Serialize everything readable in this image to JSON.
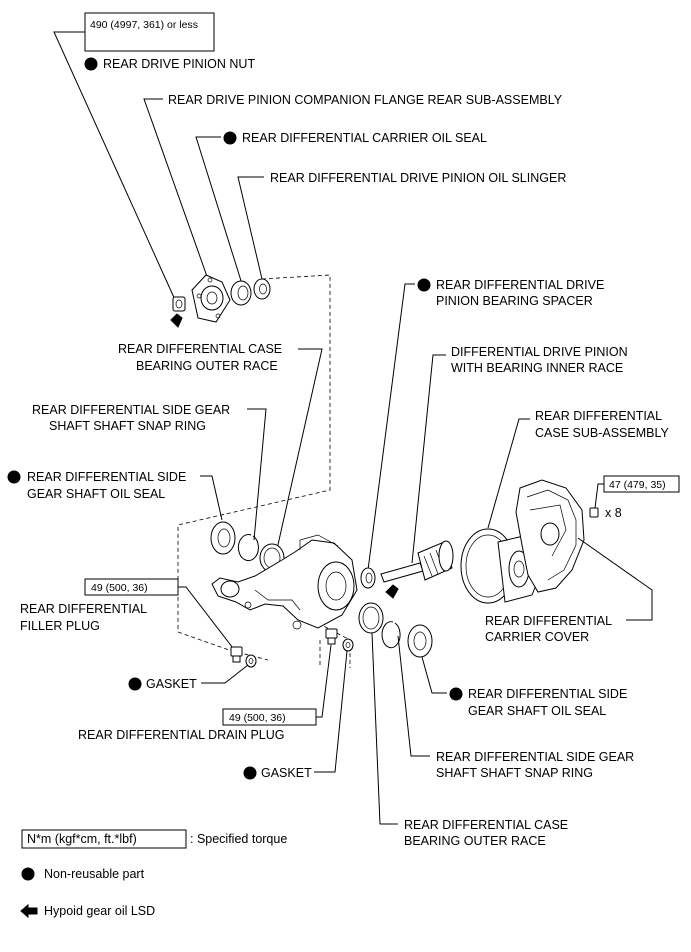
{
  "torques": {
    "pinion_nut": "490 (4997, 361) or less",
    "filler_plug": "49 (500, 36)",
    "drain_plug": "49 (500, 36)",
    "cover_bolt": "47 (479, 35)"
  },
  "labels": {
    "pinion_nut": "REAR DRIVE PINION NUT",
    "companion_flange": "REAR DRIVE PINION COMPANION FLANGE REAR SUB-ASSEMBLY",
    "carrier_oil_seal": "REAR DIFFERENTIAL CARRIER OIL SEAL",
    "oil_slinger": "REAR DIFFERENTIAL DRIVE PINION OIL SLINGER",
    "bearing_spacer_1": "REAR DIFFERENTIAL DRIVE",
    "bearing_spacer_2": "PINION BEARING SPACER",
    "outer_race_left_1": "REAR DIFFERENTIAL CASE",
    "outer_race_left_2": "BEARING OUTER RACE",
    "drive_pinion_1": "DIFFERENTIAL DRIVE PINION",
    "drive_pinion_2": "WITH BEARING INNER RACE",
    "snap_ring_left_1": "REAR DIFFERENTIAL SIDE GEAR",
    "snap_ring_left_2": "SHAFT SHAFT SNAP RING",
    "case_sub_1": "REAR DIFFERENTIAL",
    "case_sub_2": "CASE SUB-ASSEMBLY",
    "oil_seal_left_1": "REAR DIFFERENTIAL SIDE",
    "oil_seal_left_2": "GEAR SHAFT OIL SEAL",
    "bolt_count": "x 8",
    "filler_plug_1": "REAR DIFFERENTIAL",
    "filler_plug_2": "FILLER PLUG",
    "carrier_cover_1": "REAR DIFFERENTIAL",
    "carrier_cover_2": "CARRIER COVER",
    "gasket_upper": "GASKET",
    "oil_seal_right_1": "REAR DIFFERENTIAL SIDE",
    "oil_seal_right_2": "GEAR SHAFT OIL SEAL",
    "drain_plug": "REAR DIFFERENTIAL DRAIN PLUG",
    "snap_ring_right_1": "REAR DIFFERENTIAL SIDE GEAR",
    "snap_ring_right_2": "SHAFT SHAFT SNAP RING",
    "gasket_lower": "GASKET",
    "outer_race_right_1": "REAR DIFFERENTIAL CASE",
    "outer_race_right_2": "BEARING OUTER RACE"
  },
  "legend": {
    "torque_box": "N*m (kgf*cm, ft.*lbf)",
    "torque_text": ": Specified torque",
    "nonreusable": "Non-reusable part",
    "oil": "Hypoid gear oil LSD"
  }
}
